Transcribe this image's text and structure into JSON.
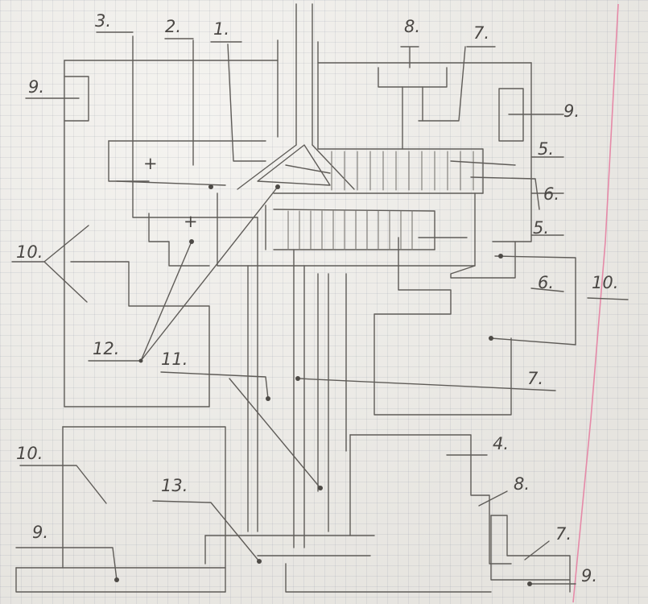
{
  "labels": {
    "l1": "1.",
    "l2": "2.",
    "l3": "3.",
    "l4": "4.",
    "l5a": "5.",
    "l5b": "5.",
    "l6a": "6.",
    "l6b": "6.",
    "l7a": "7.",
    "l7b": "7.",
    "l7c": "7.",
    "l8a": "8.",
    "l8b": "8.",
    "l9a": "9.",
    "l9b": "9.",
    "l9c": "9.",
    "l9d": "9.",
    "l10a": "10.",
    "l10b": "10.",
    "l10c": "10.",
    "l11": "11.",
    "l12": "12.",
    "l13": "13."
  },
  "signs": {
    "plus1": "+",
    "plus2": "+"
  },
  "colors": {
    "paper": "#efede8",
    "pencil": "#5f5c58",
    "margin": "#e58aa8"
  }
}
